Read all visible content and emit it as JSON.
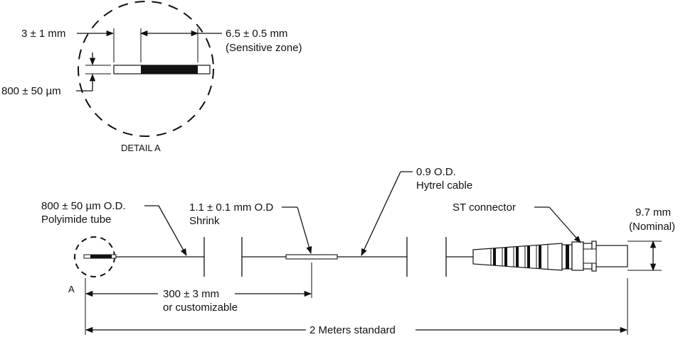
{
  "detail": {
    "width_label": "3 ± 1 mm",
    "zone_label_1": "6.5 ± 0.5 mm",
    "zone_label_2": "(Sensitive zone)",
    "diameter_label": "800 ± 50 µm",
    "title": "DETAIL A"
  },
  "assembly": {
    "tube_label_1": "800 ± 50 µm O.D.",
    "tube_label_2": "Polyimide tube",
    "shrink_label_1": "1.1 ± 0.1 mm O.D",
    "shrink_label_2": "Shrink",
    "cable_label_1": "0.9 O.D.",
    "cable_label_2": "Hytrel cable",
    "connector_label": "ST connector",
    "connector_dim_1": "9.7 mm",
    "connector_dim_2": "(Nominal)",
    "detail_ref": "A",
    "length_label_1": "300  ± 3 mm",
    "length_label_2": "or customizable",
    "total_label": "2 Meters standard"
  }
}
